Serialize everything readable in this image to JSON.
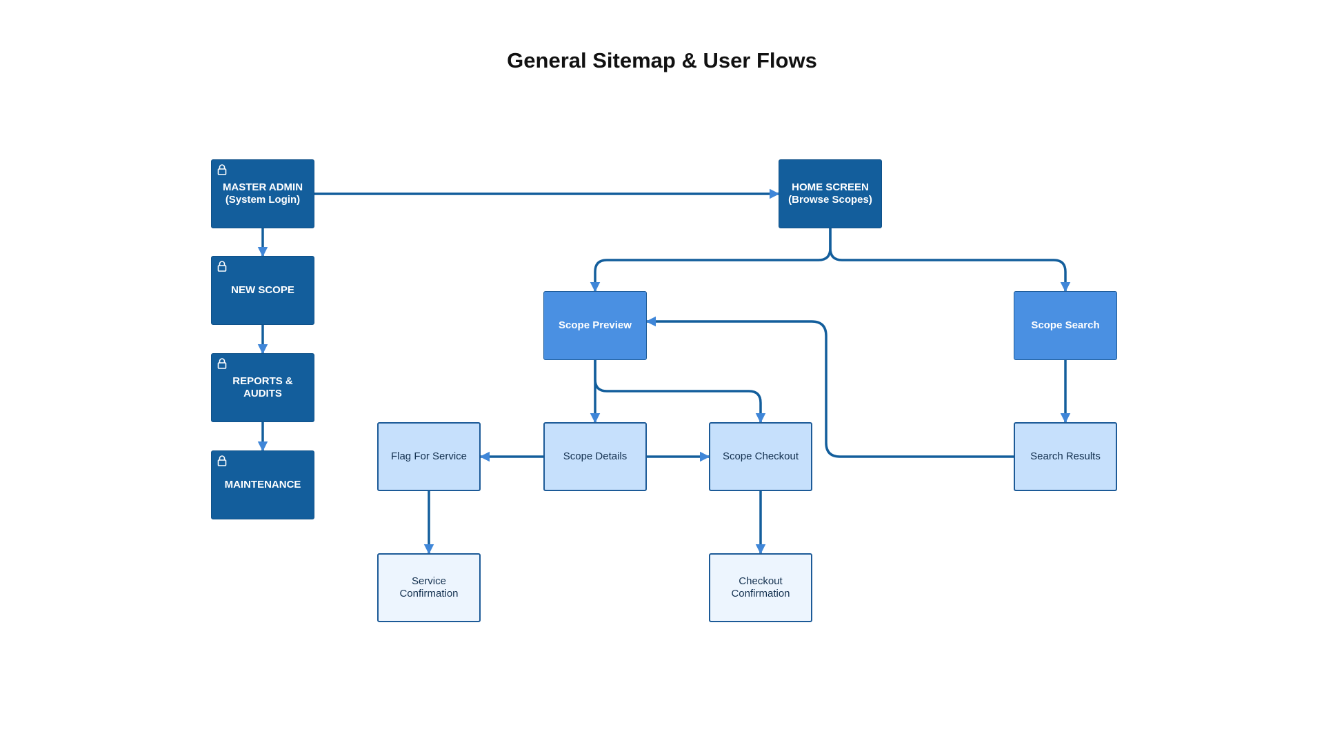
{
  "title": "General Sitemap & User Flows",
  "colors": {
    "admin": "#135e9c",
    "primary": "#4a90e2",
    "secondary": "#c6e0fc",
    "tertiary": "#edf5fe",
    "connector": "#135e9c",
    "arrow": "#3f86d8"
  },
  "nodes": {
    "master_admin": {
      "label": "MASTER ADMIN\n(System Login)",
      "icon": "lock-icon"
    },
    "new_scope": {
      "label": "NEW SCOPE",
      "icon": "lock-icon"
    },
    "reports_audits": {
      "label": "REPORTS &\nAUDITS",
      "icon": "lock-icon"
    },
    "maintenance": {
      "label": "MAINTENANCE",
      "icon": "lock-icon"
    },
    "home_screen": {
      "label": "HOME SCREEN\n(Browse Scopes)"
    },
    "scope_preview": {
      "label": "Scope Preview"
    },
    "scope_search": {
      "label": "Scope Search"
    },
    "flag_for_service": {
      "label": "Flag For Service"
    },
    "scope_details": {
      "label": "Scope Details"
    },
    "scope_checkout": {
      "label": "Scope Checkout"
    },
    "search_results": {
      "label": "Search Results"
    },
    "service_confirmation": {
      "label": "Service\nConfirmation"
    },
    "checkout_confirmation": {
      "label": "Checkout\nConfirmation"
    }
  },
  "edges": [
    {
      "from": "MASTER ADMIN (System Login)",
      "to": "NEW SCOPE"
    },
    {
      "from": "NEW SCOPE",
      "to": "REPORTS & AUDITS"
    },
    {
      "from": "REPORTS & AUDITS",
      "to": "MAINTENANCE"
    },
    {
      "from": "MASTER ADMIN (System Login)",
      "to": "HOME SCREEN (Browse Scopes)"
    },
    {
      "from": "HOME SCREEN (Browse Scopes)",
      "to": "Scope Preview"
    },
    {
      "from": "HOME SCREEN (Browse Scopes)",
      "to": "Scope Search"
    },
    {
      "from": "Scope Preview",
      "to": "Scope Details"
    },
    {
      "from": "Scope Preview",
      "to": "Scope Checkout"
    },
    {
      "from": "Scope Details",
      "to": "Flag For Service"
    },
    {
      "from": "Scope Details",
      "to": "Scope Checkout"
    },
    {
      "from": "Scope Search",
      "to": "Search Results"
    },
    {
      "from": "Search Results",
      "to": "Scope Preview"
    },
    {
      "from": "Flag For Service",
      "to": "Service Confirmation"
    },
    {
      "from": "Scope Checkout",
      "to": "Checkout Confirmation"
    }
  ]
}
